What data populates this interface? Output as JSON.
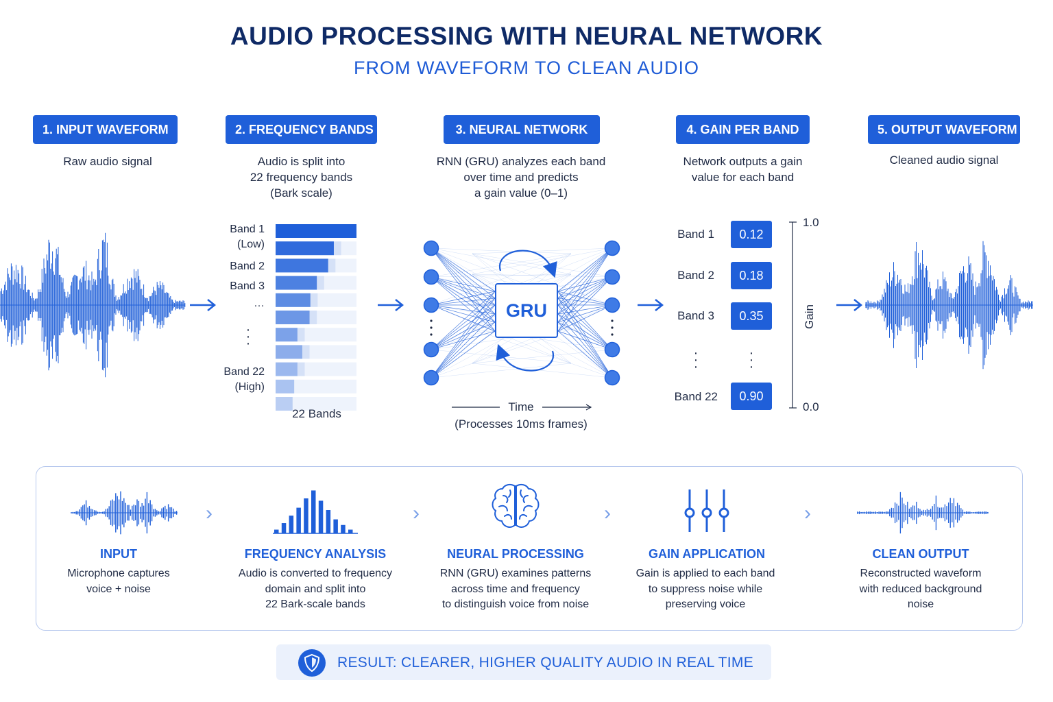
{
  "title": "AUDIO PROCESSING WITH NEURAL NETWORK",
  "subtitle": "FROM WAVEFORM TO CLEAN AUDIO",
  "colors": {
    "primary": "#1f5fd9",
    "dark_navy": "#0f2a66",
    "light_panel": "#ebf1fc",
    "border": "#b6c8ee"
  },
  "steps": [
    {
      "label": "1. INPUT WAVEFORM",
      "desc": [
        "Raw audio signal"
      ]
    },
    {
      "label": "2. FREQUENCY BANDS",
      "desc": [
        "Audio is split into",
        "22 frequency bands",
        "(Bark scale)"
      ]
    },
    {
      "label": "3. NEURAL NETWORK",
      "desc": [
        "RNN (GRU) analyzes each band",
        "over time and predicts",
        "a gain value (0–1)"
      ]
    },
    {
      "label": "4. GAIN PER BAND",
      "desc": [
        "Network outputs a gain",
        "value for each band"
      ]
    },
    {
      "label": "5. OUTPUT WAVEFORM",
      "desc": [
        "Cleaned audio signal"
      ]
    }
  ],
  "bands": {
    "labels": [
      {
        "name": "Band 1",
        "sub": "(Low)"
      },
      {
        "name": "Band 2"
      },
      {
        "name": "Band 3"
      },
      {
        "name": "…"
      },
      {
        "name": "Band 22",
        "sub": "(High)"
      }
    ],
    "footer": "22 Bands",
    "levels": [
      1.0,
      0.72,
      0.65,
      0.51,
      0.43,
      0.42,
      0.27,
      0.33,
      0.27,
      0.23,
      0.21
    ]
  },
  "network": {
    "center_label": "GRU",
    "time_label": "Time",
    "frames_label": "(Processes 10ms frames)"
  },
  "gains": {
    "rows": [
      {
        "band": "Band 1",
        "value": "0.12"
      },
      {
        "band": "Band 2",
        "value": "0.18"
      },
      {
        "band": "Band 3",
        "value": "0.35"
      },
      {
        "band": "Band 22",
        "value": "0.90"
      }
    ],
    "axis_max": "1.0",
    "axis_min": "0.0",
    "axis_label": "Gain"
  },
  "summary": [
    {
      "icon": "waveform-icon",
      "title": "INPUT",
      "desc": [
        "Microphone captures",
        "voice + noise"
      ]
    },
    {
      "icon": "frequency-bars-icon",
      "title": "FREQUENCY ANALYSIS",
      "desc": [
        "Audio is converted to frequency",
        "domain and split into",
        "22 Bark-scale bands"
      ]
    },
    {
      "icon": "brain-icon",
      "title": "NEURAL PROCESSING",
      "desc": [
        "RNN (GRU) examines patterns",
        "across time and frequency",
        "to distinguish voice from noise"
      ]
    },
    {
      "icon": "sliders-icon",
      "title": "GAIN APPLICATION",
      "desc": [
        "Gain is applied to each band",
        "to suppress noise while",
        "preserving voice"
      ]
    },
    {
      "icon": "clean-waveform-icon",
      "title": "CLEAN OUTPUT",
      "desc": [
        "Reconstructed waveform",
        "with reduced background",
        "noise"
      ]
    }
  ],
  "result": "RESULT: CLEARER, HIGHER QUALITY AUDIO IN REAL TIME"
}
